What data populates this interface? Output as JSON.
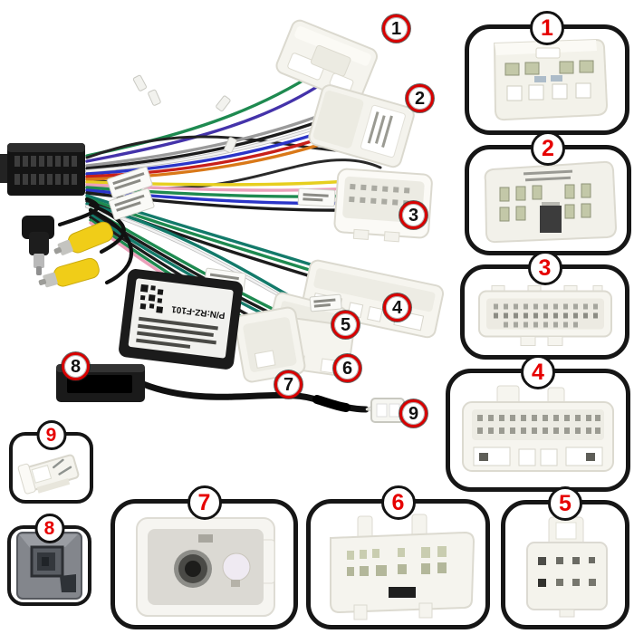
{
  "photo": {
    "callouts": [
      {
        "n": "1"
      },
      {
        "n": "2"
      },
      {
        "n": "3"
      },
      {
        "n": "4"
      },
      {
        "n": "5"
      },
      {
        "n": "6"
      },
      {
        "n": "7"
      },
      {
        "n": "8"
      },
      {
        "n": "9"
      }
    ],
    "canbus_label_pn": "P/N:RZ-F101"
  },
  "insets": [
    {
      "number": "1"
    },
    {
      "number": "2"
    },
    {
      "number": "3"
    },
    {
      "number": "4"
    },
    {
      "number": "5"
    },
    {
      "number": "6"
    },
    {
      "number": "7"
    },
    {
      "number": "8"
    },
    {
      "number": "9"
    }
  ],
  "colors": {
    "inset_border": "#161616",
    "inset_number_red": "#e60000",
    "photo_ring_red": "#d80000",
    "rca_yellow": "#f0cd18",
    "wire_green": "#1e8a50",
    "wire_purple": "#4433aa",
    "wire_blue": "#2b35c8",
    "wire_red": "#c8201a",
    "wire_yellow": "#e6cf1f",
    "wire_pink": "#eba0ba",
    "wire_teal": "#137a6a",
    "wire_orange": "#d97818"
  }
}
